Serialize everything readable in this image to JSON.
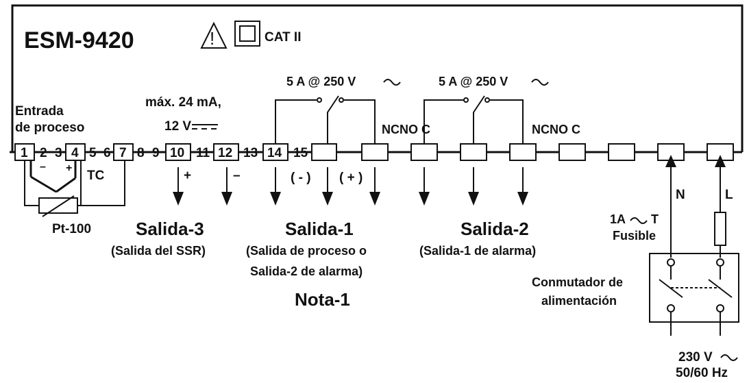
{
  "model": "ESM-9420",
  "cat_label": "CAT II",
  "input_label_1": "Entrada",
  "input_label_2": "de proceso",
  "terminal_numbers": [
    "1",
    "2",
    "3",
    "4",
    "5",
    "6",
    "7",
    "8",
    "9",
    "10",
    "11",
    "12",
    "13",
    "14",
    "15"
  ],
  "tc_label": "TC",
  "tc_minus": "–",
  "tc_plus": "+",
  "rtd_label": "Pt-100",
  "ssr_spec_1": "máx. 24 mA,",
  "ssr_spec_2": "12 V",
  "ssr_plus": "+",
  "ssr_minus": "–",
  "out1_minus": "( - )",
  "out1_plus": "( + )",
  "relay_rating": "5 A @ 250 V",
  "ncnoc": "NCNO C",
  "salida3_title": "Salida-3",
  "salida3_sub": "(Salida del SSR)",
  "salida1_title": "Salida-1",
  "salida1_sub1": "(Salida de proceso o",
  "salida1_sub2": "Salida-2 de alarma)",
  "nota": "Nota-1",
  "salida2_title": "Salida-2",
  "salida2_sub": "(Salida-1 de alarma)",
  "n_label": "N",
  "l_label": "L",
  "fuse_1": "1A",
  "fuse_t": "T",
  "fuse_2": "Fusible",
  "switch_1": "Conmutador de",
  "switch_2": "alimentación",
  "supply_1": "230 V",
  "supply_2": "50/60 Hz"
}
